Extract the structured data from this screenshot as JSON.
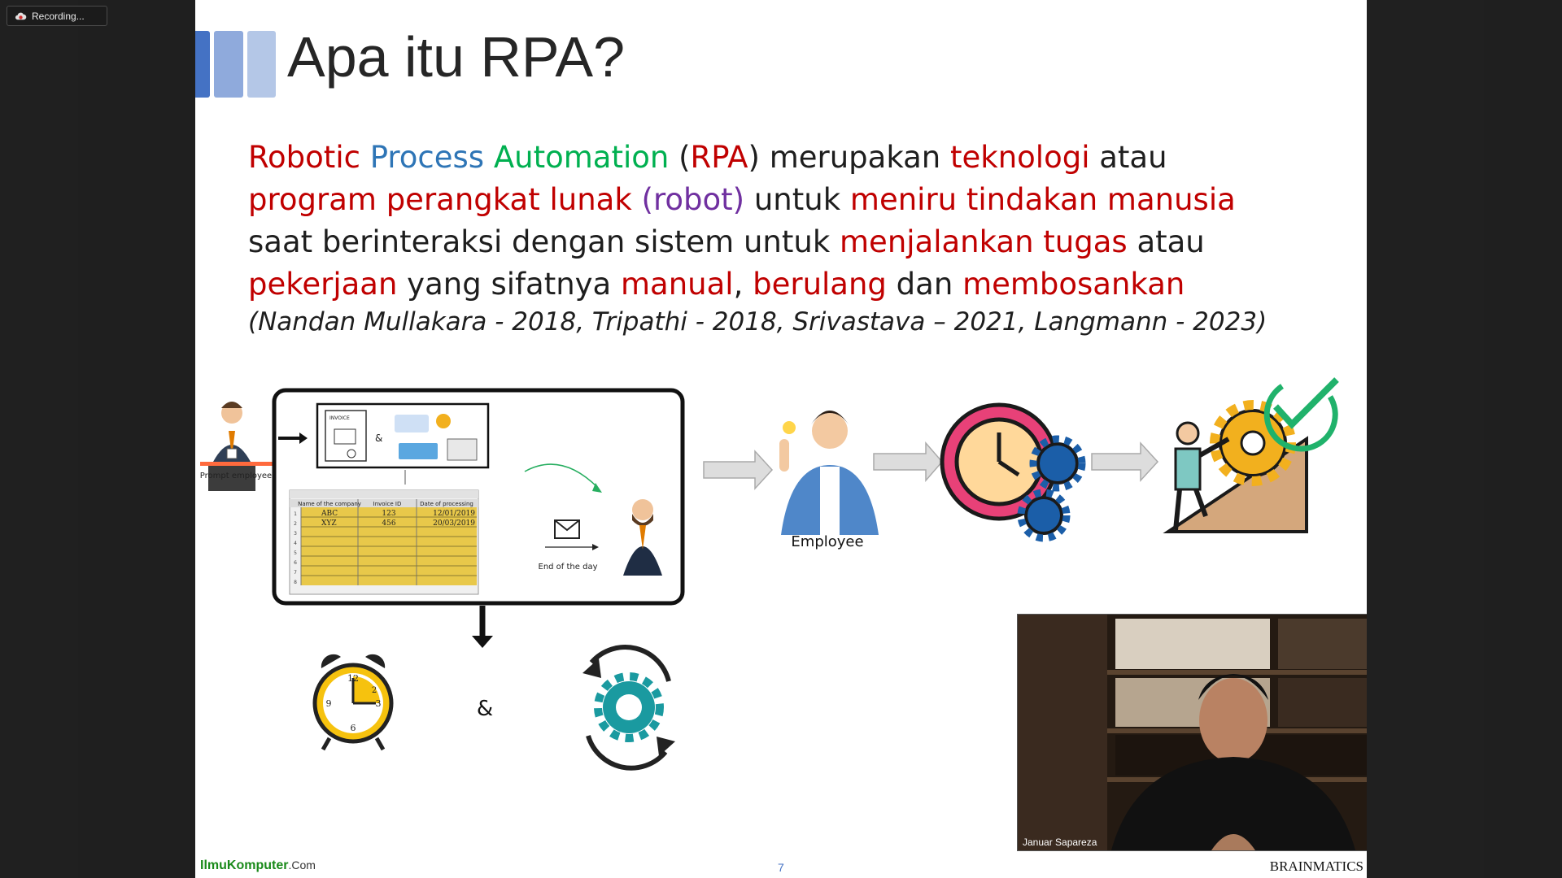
{
  "recording": {
    "label": "Recording..."
  },
  "slide": {
    "title": "Apa itu RPA?",
    "accent_colors": [
      "#4472c4",
      "#8faadc",
      "#b4c7e7"
    ],
    "text_colors": {
      "red": "#c00000",
      "blue": "#2e75b6",
      "green": "#00b050",
      "purple": "#7030a0",
      "dark": "#1e1e1e"
    },
    "body": {
      "line1": [
        "Robotic",
        " ",
        "Process",
        " ",
        "Automation",
        " (",
        "RPA",
        ") merupakan ",
        "teknologi",
        " atau"
      ],
      "line2": [
        "program perangkat lunak",
        " ",
        "(robot)",
        " untuk ",
        "meniru tindakan manusia"
      ],
      "line3": [
        "saat berinteraksi dengan sistem untuk ",
        "menjalankan tugas",
        " atau"
      ],
      "line4": [
        "pekerjaan",
        " yang sifatnya ",
        "manual",
        ", ",
        "berulang",
        " dan ",
        "membosankan"
      ]
    },
    "citation": "(Nandan Mullakara - 2018, Tripathi - 2018, Srivastava – 2021, Langmann - 2023)",
    "diagram": {
      "prompt_label": "Prompt employee",
      "invoice_label": "INVOICE",
      "ampersand_small": "&",
      "table_headers": [
        "Name of the company",
        "Invoice ID",
        "Date of processing"
      ],
      "table_rows": [
        [
          "ABC",
          "123",
          "12/01/2019"
        ],
        [
          "XYZ",
          "456",
          "20/03/2019"
        ]
      ],
      "row_numbers": [
        "1",
        "2",
        "3",
        "4",
        "5",
        "6",
        "7",
        "8"
      ],
      "end_of_day_label": "End of the day",
      "employee_label": "Employee",
      "ampersand_big": "&",
      "clock_numbers": [
        "12",
        "3",
        "6",
        "9",
        "2"
      ]
    },
    "footer_left_brand": "IlmuKomputer",
    "footer_left_suffix": ".Com",
    "page_number": "7",
    "footer_right": "BRAINMATICS"
  },
  "video": {
    "participant_name": "Januar Sapareza"
  }
}
